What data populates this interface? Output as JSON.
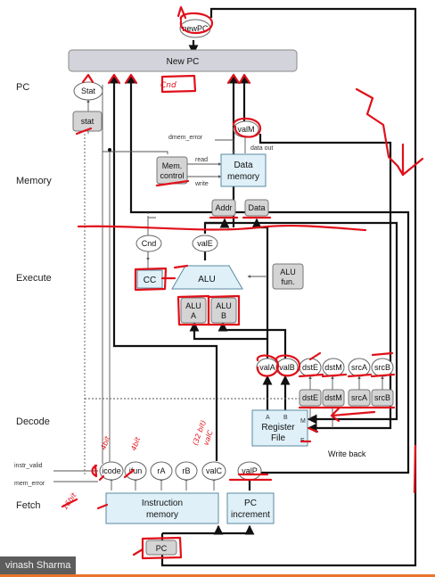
{
  "stages": {
    "pc": "PC",
    "memory": "Memory",
    "execute": "Execute",
    "decode": "Decode",
    "fetch": "Fetch"
  },
  "blocks": {
    "new_pc": "New PC",
    "stat_box": "stat",
    "data_memory_1": "Data",
    "data_memory_2": "memory",
    "mem_control_1": "Mem.",
    "mem_control_2": "control",
    "addr": "Addr",
    "data": "Data",
    "cc": "CC",
    "alu": "ALU",
    "alu_a_1": "ALU",
    "alu_a_2": "A",
    "alu_b_1": "ALU",
    "alu_b_2": "B",
    "alu_fun_1": "ALU",
    "alu_fun_2": "fun.",
    "register_file_1": "Register",
    "register_file_2": "File",
    "reg_port_a": "A",
    "reg_port_b": "B",
    "reg_port_m": "M",
    "reg_port_e": "E",
    "instr_mem_1": "Instruction",
    "instr_mem_2": "memory",
    "pc_inc_1": "PC",
    "pc_inc_2": "increment",
    "pc": "PC"
  },
  "ovals": {
    "newpc": "newPC",
    "stat": "Stat",
    "valm": "valM",
    "cnd": "Cnd",
    "vale": "valE",
    "vala": "valA",
    "valb": "valB",
    "dste": "dstE",
    "dstm": "dstM",
    "srca": "srcA",
    "srcb": "srcB",
    "icode": "icode",
    "ifun": "ifun",
    "ra": "rA",
    "rb": "rB",
    "valc": "valC",
    "valp": "valP"
  },
  "rect_labels": {
    "dste": "dstE",
    "dstm": "dstM",
    "srca": "srcA",
    "srcb": "srcB"
  },
  "signals": {
    "dmem_error": "dmem_error",
    "read": "read",
    "write": "write",
    "data_out": "data out",
    "instr_valid": "instr_valid",
    "mem_error": "mem_error",
    "write_back": "Write back"
  },
  "handwriting": {
    "cnd": "Cnd",
    "bits_4a": "4bit",
    "bits_4b": "4bit",
    "valc_note_1": "(32 bit)",
    "valc_note_2": "valC",
    "bits_16": "16bit"
  },
  "watermark": "vinash Sharma",
  "colors": {
    "block": "#dff0f8",
    "newpc": "#d3d3db",
    "gray": "#d4d4d4",
    "ink": "#e0101a",
    "accent": "#e8742a"
  }
}
